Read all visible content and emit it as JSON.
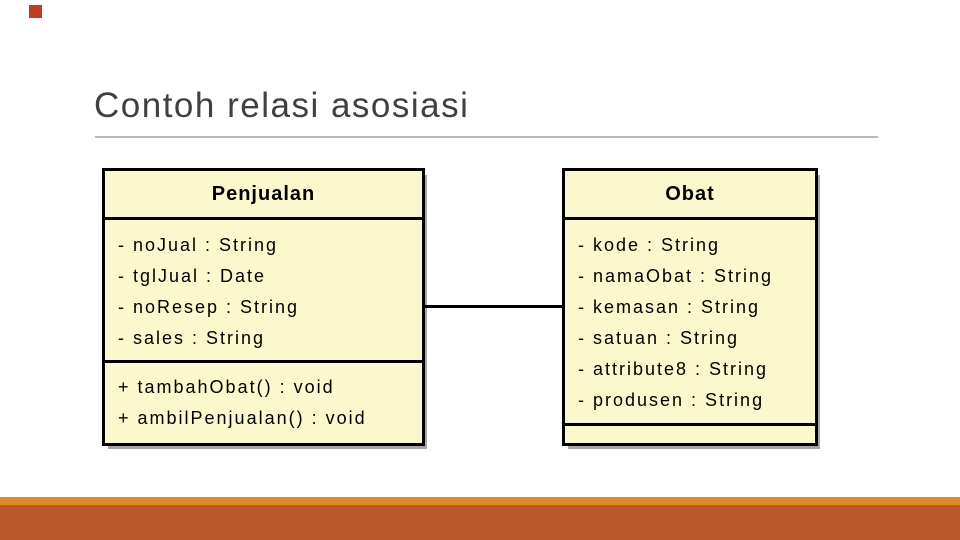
{
  "slide": {
    "title": "Contoh relasi asosiasi"
  },
  "colors": {
    "accent_square": "#BE3B25",
    "band_thin": "#DC8A21",
    "band_thick": "#BA592B",
    "class_fill": "#FBF8CE",
    "class_border": "#000000",
    "title_text": "#404040",
    "divider": "#B9B9B9"
  },
  "diagram": {
    "type": "uml-class-diagram",
    "relation": "association",
    "classes": [
      {
        "name": "Penjualan",
        "attributes": [
          "- noJual : String",
          "- tglJual : Date",
          "- noResep : String",
          "- sales : String"
        ],
        "methods": [
          "+ tambahObat() : void",
          "+ ambilPenjualan() : void"
        ]
      },
      {
        "name": "Obat",
        "attributes": [
          "- kode : String",
          "- namaObat : String",
          "- kemasan : String",
          "- satuan : String",
          "- attribute8 : String",
          "- produsen : String"
        ],
        "methods": []
      }
    ]
  }
}
